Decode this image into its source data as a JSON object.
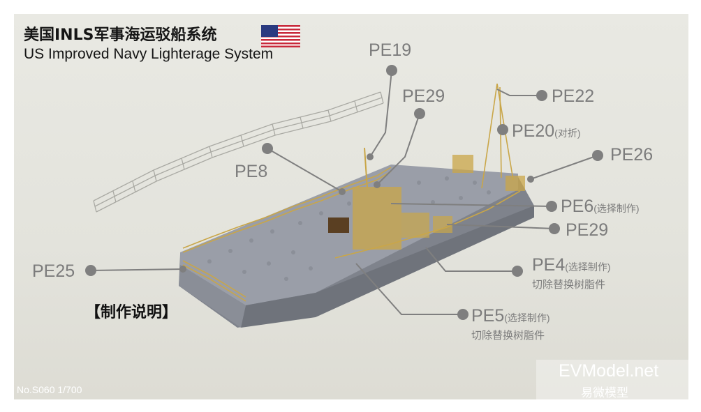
{
  "title_cn": "美国INLS军事海运驳船系统",
  "title_en": "US Improved Navy Lighterage System",
  "flag_icon": "us-flag-icon",
  "labels": {
    "pe19": "PE19",
    "pe29_top": "PE29",
    "pe22": "PE22",
    "pe20": "PE20",
    "pe20_note": "(对折)",
    "pe26": "PE26",
    "pe8": "PE8",
    "pe6": "PE6",
    "pe6_note": "(选择制作)",
    "pe29_mid": "PE29",
    "pe25": "PE25",
    "pe4": "PE4",
    "pe4_note": "(选择制作)",
    "pe4_sub": "切除替换树脂件",
    "pe5": "PE5",
    "pe5_note": "(选择制作)",
    "pe5_sub": "切除替换树脂件"
  },
  "instructions_heading": "【制作说明】",
  "catalog": "No.S060  1/700",
  "watermark_url": "EVModel.net",
  "watermark_cn": "易微模型",
  "colors": {
    "hull": "#8e929b",
    "deck": "#9a9ea8",
    "brass": "#c9a648",
    "leader": "#7f7f7f",
    "label": "#7c7c7c"
  }
}
